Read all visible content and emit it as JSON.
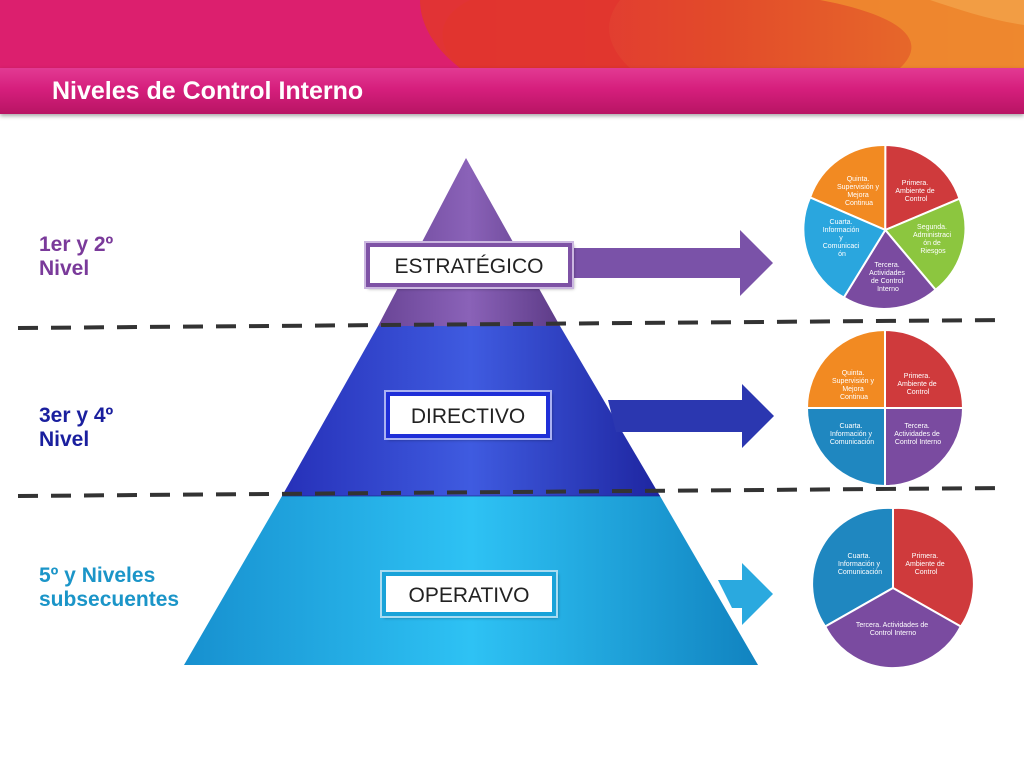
{
  "header": {
    "title": "Niveles de Control Interno"
  },
  "levels": [
    {
      "line1": "1er y 2º",
      "line2": "Nivel",
      "color": "#7a3a9a"
    },
    {
      "line1": "3er y 4º",
      "line2": "Nivel",
      "color": "#1a1f9e"
    },
    {
      "line1": "5º y Niveles",
      "line2": "subsecuentes",
      "color": "#1b95c8"
    }
  ],
  "tiers": {
    "estrategico": "ESTRATÉGICO",
    "directivo": "DIRECTIVO",
    "operativo": "OPERATIVO"
  },
  "cycles": {
    "five": [
      [
        "Quinta.",
        "Supervisión y",
        "Mejora",
        "Continua"
      ],
      [
        "Primera.",
        "Ambiente de",
        "Control"
      ],
      [
        "Segunda.",
        "Administraci",
        "ón de",
        "Riesgos"
      ],
      [
        "Tercera.",
        "Actividades",
        "de Control",
        "Interno"
      ],
      [
        "Cuarta.",
        "Información",
        "y",
        "Comunicaci",
        "ón"
      ]
    ],
    "four": [
      [
        "Quinta.",
        "Supervisión y",
        "Mejora",
        "Continua"
      ],
      [
        "Primera.",
        "Ambiente de",
        "Control"
      ],
      [
        "Tercera.",
        "Actividades de",
        "Control Interno"
      ],
      [
        "Cuarta.",
        "Información y",
        "Comunicación"
      ]
    ],
    "three": [
      [
        "Cuarta.",
        "Información y",
        "Comunicación"
      ],
      [
        "Primera.",
        "Ambiente de",
        "Control"
      ],
      [
        "Tercera. Actividades de",
        "Control Interno"
      ]
    ]
  },
  "colors": {
    "primera": "#cf3a3c",
    "segunda": "#8cc63f",
    "tercera": "#7a4ba0",
    "cuarta_light": "#2aa6de",
    "cuarta_dark": "#1f87c0",
    "quinta": "#f28a22",
    "title_bar": "#d61f7d"
  }
}
